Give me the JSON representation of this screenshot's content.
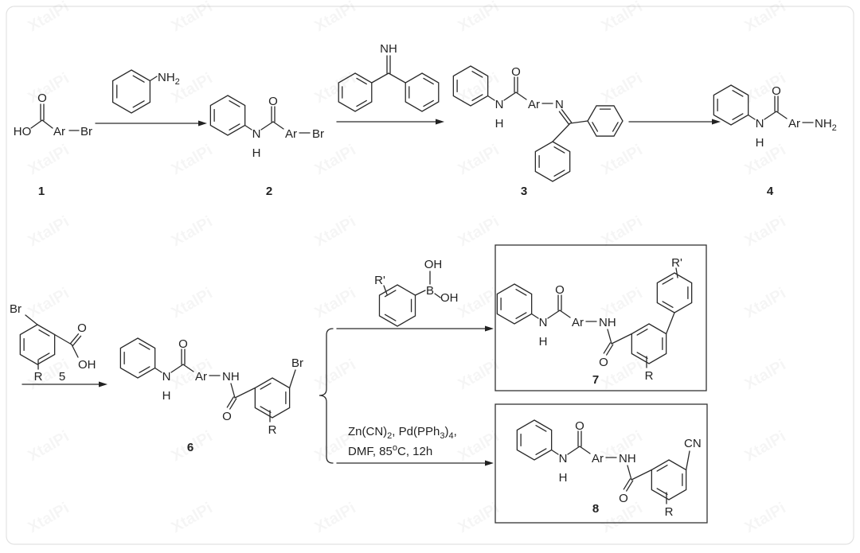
{
  "watermark": "XtalPi",
  "colors": {
    "ink": "#222222",
    "card_border": "#e2e2e2",
    "background": "#ffffff"
  },
  "reagent_aniline": {
    "nh": "NH",
    "sub": "2"
  },
  "reagent_imine": {
    "nh": "NH"
  },
  "reagent_boronic": {
    "r": "R'",
    "b": "B",
    "oh_top": "OH",
    "oh_right": "OH"
  },
  "reagent_cyanation": {
    "line1": [
      "Zn(CN)",
      "2",
      ", Pd(PPh",
      "3",
      ")",
      "4",
      ","
    ],
    "line2": [
      "DMF, 85",
      "o",
      "C, 12h"
    ]
  },
  "compounds": {
    "c1": {
      "label": "1",
      "ho": "HO",
      "o": "O",
      "ar": "Ar",
      "br": "Br"
    },
    "c2": {
      "label": "2",
      "o": "O",
      "n": "N",
      "h": "H",
      "ar": "Ar",
      "br": "Br"
    },
    "c3": {
      "label": "3",
      "o": "O",
      "n": "N",
      "h": "H",
      "ar": "Ar",
      "n2": "N"
    },
    "c4": {
      "label": "4",
      "o": "O",
      "n": "N",
      "h": "H",
      "ar": "Ar",
      "nh": "NH",
      "sub": "2"
    },
    "c5": {
      "label": "5",
      "br": "Br",
      "o": "O",
      "oh": "OH",
      "r": "R"
    },
    "c6": {
      "label": "6",
      "o": "O",
      "n": "N",
      "h": "H",
      "ar": "Ar",
      "nh": "NH",
      "o2": "O",
      "br": "Br",
      "r": "R"
    },
    "c7": {
      "label": "7",
      "o": "O",
      "n": "N",
      "h": "H",
      "ar": "Ar",
      "nh": "NH",
      "o2": "O",
      "r": "R",
      "r2": "R'"
    },
    "c8": {
      "label": "8",
      "o": "O",
      "n": "N",
      "h": "H",
      "ar": "Ar",
      "nh": "NH",
      "o2": "O",
      "cn": "CN",
      "r": "R"
    }
  }
}
